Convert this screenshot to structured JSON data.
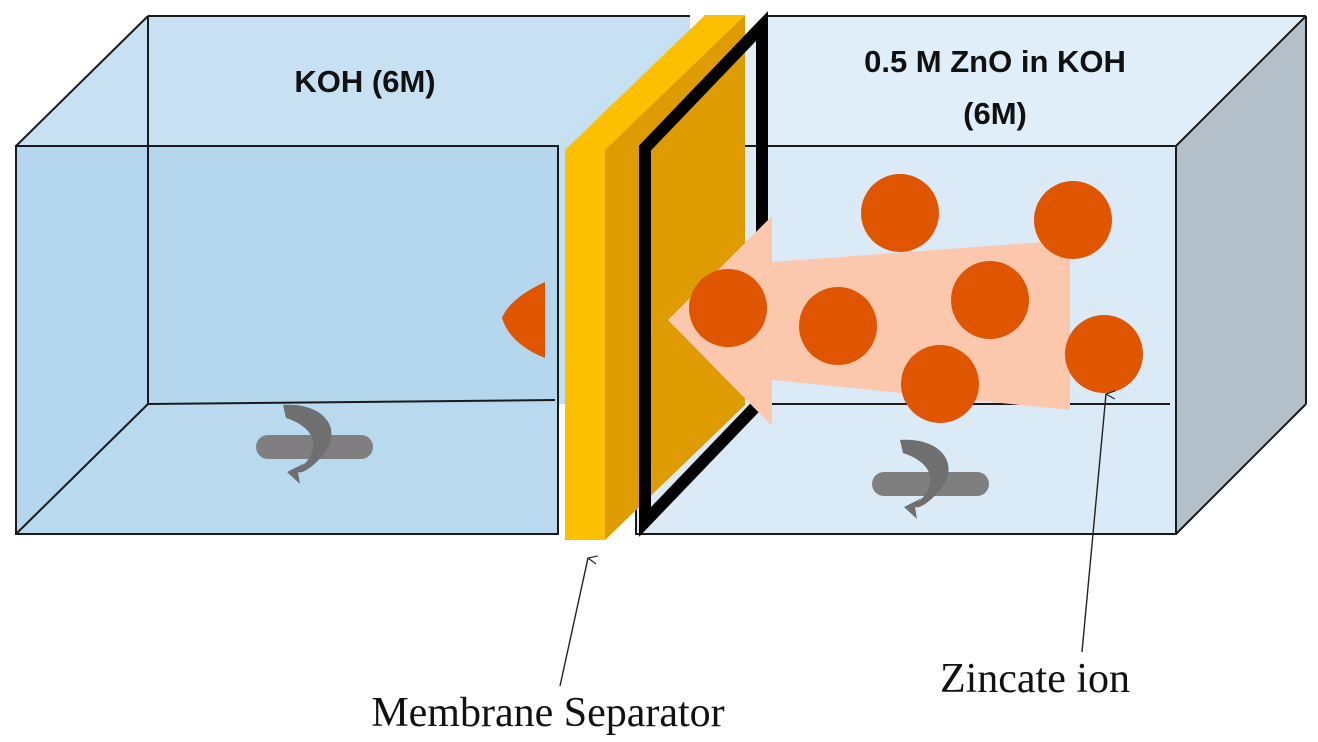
{
  "left_tank": {
    "label": "KOH (6M)"
  },
  "right_tank": {
    "label_line1": "0.5 M ZnO in KOH",
    "label_line2": "(6M)"
  },
  "annotations": {
    "membrane": "Membrane Separator",
    "zincate": "Zincate ion"
  },
  "colors": {
    "left_liquid": "#b3d6ee",
    "left_back": "#c5e0f2",
    "right_liquid": "#daebf7",
    "right_side": "#b3bfc9",
    "membrane_front": "#fcc000",
    "membrane_back": "#de9c00",
    "ion": "#e05600",
    "flow_arrow": "#fcc8ad",
    "stirrer": "#7f7f7f"
  },
  "icons": [
    "stir-bar-icon",
    "rotation-arrow-icon",
    "flow-arrow-icon",
    "pointer-arrow-icon"
  ]
}
